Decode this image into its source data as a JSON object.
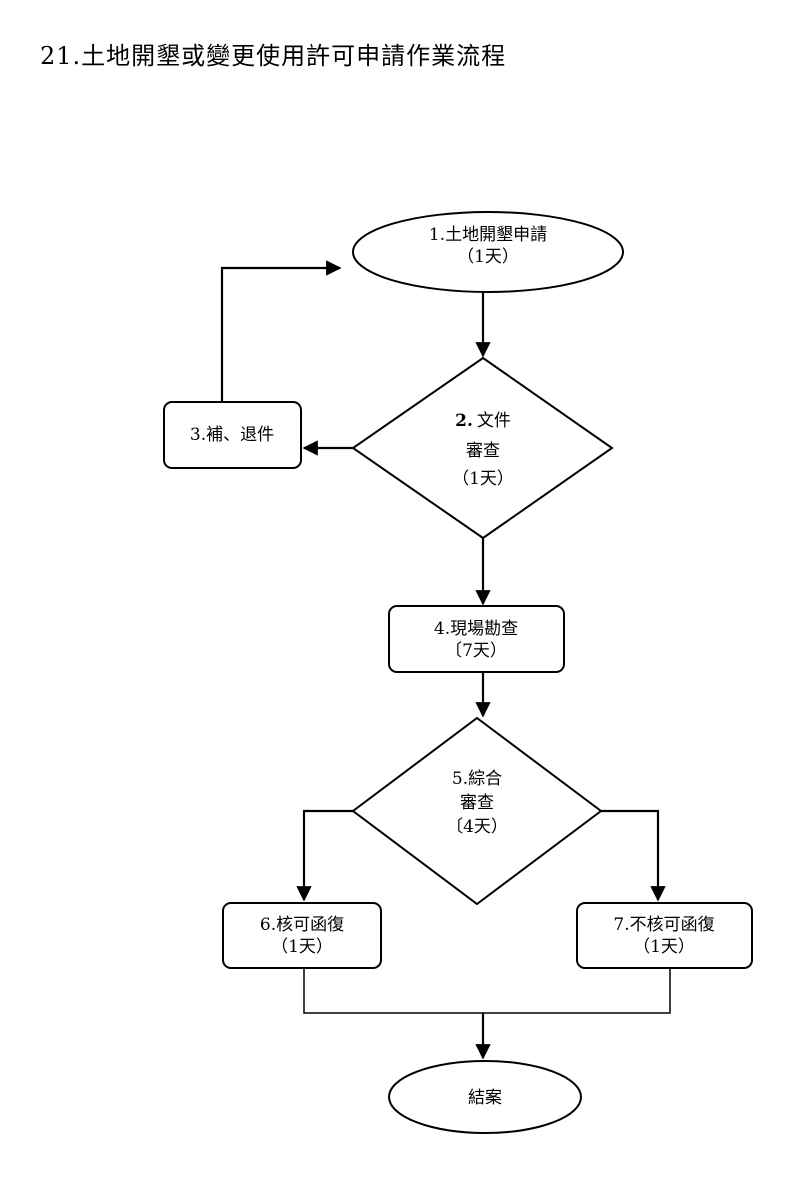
{
  "title": "21.土地開墾或變更使用許可申請作業流程",
  "nodes": {
    "n1": {
      "line1": "1.土地開墾申請",
      "line2": "（1天）"
    },
    "n2": {
      "num": "2.",
      "line1_rest": "文件",
      "line2": "審查",
      "line3": "（1天）"
    },
    "n3": {
      "line1": "3.補、退件"
    },
    "n4": {
      "line1": "4.現場勘查",
      "line2": "〔7天）"
    },
    "n5": {
      "line1": "5.綜合",
      "line2": "審查",
      "line3": "〔4天）"
    },
    "n6": {
      "line1": "6.核可函復",
      "line2": "（1天）"
    },
    "n7": {
      "line1": "7.不核可函復",
      "line2": "（1天）"
    },
    "n8": {
      "line1": "結案"
    }
  }
}
